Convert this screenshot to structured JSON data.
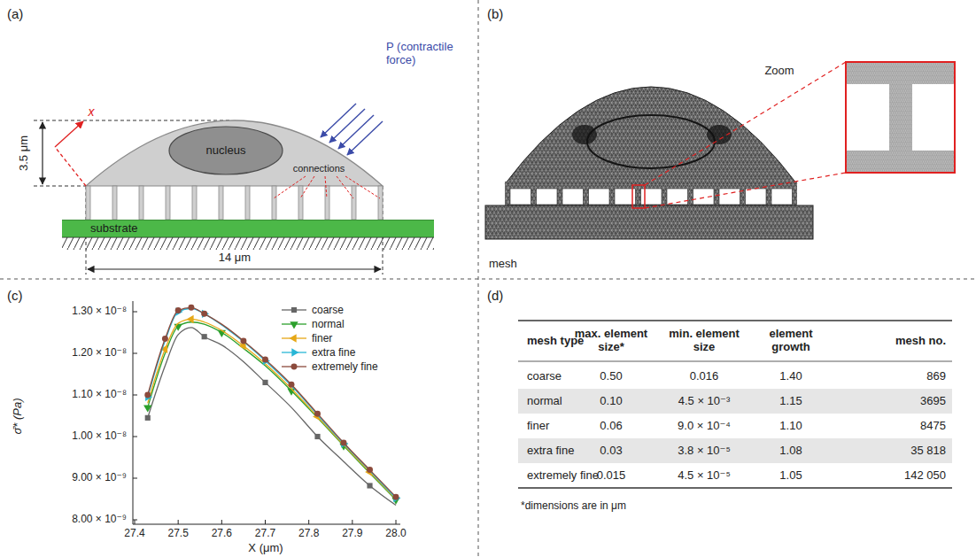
{
  "diagram": {
    "nodes": [
      {
        "text": [
          "nucleus"
        ]
      },
      {
        "text": [
          "substrate"
        ]
      }
    ],
    "labels": [
      "(a)",
      "3.5 μm",
      "x",
      "P (contractile force)",
      "connections",
      "14 μm",
      "(b)",
      "Zoom",
      "mesh",
      "(c)",
      "1.30 × 10⁻⁸",
      "1.20 × 10⁻⁸",
      "1.10 × 10⁻⁸",
      "1.00 × 10⁻⁸",
      "9.00 × 10⁻⁹",
      "8.00 × 10⁻⁹",
      "σ̄* (Pa)",
      "27.4",
      "27.5",
      "27.6",
      "27.7",
      "27.8",
      "27.9",
      "28.0",
      "X (μm)",
      "(d)",
      "mesh type",
      "max. element size*",
      "min. element size",
      "element growth",
      "mesh no.",
      "coarse",
      "0.50",
      "0.016",
      "1.40",
      "869",
      "normal",
      "0.10",
      "4.5 × 10⁻³",
      "1.15",
      "3695",
      "finer",
      "0.06",
      "9.0 × 10⁻⁴",
      "1.10",
      "8475",
      "extra fine",
      "0.03",
      "3.8 × 10⁻⁵",
      "1.08",
      "35 818",
      "extremely fine",
      "0.015",
      "4.5 × 10⁻⁵",
      "1.05",
      "142 050",
      "*dimensions are in μm"
    ],
    "legend": [
      {
        "text": "coarse"
      },
      {
        "text": "normal"
      },
      {
        "text": "finer"
      },
      {
        "text": "extra fine"
      },
      {
        "text": "extremely fine"
      }
    ]
  }
}
